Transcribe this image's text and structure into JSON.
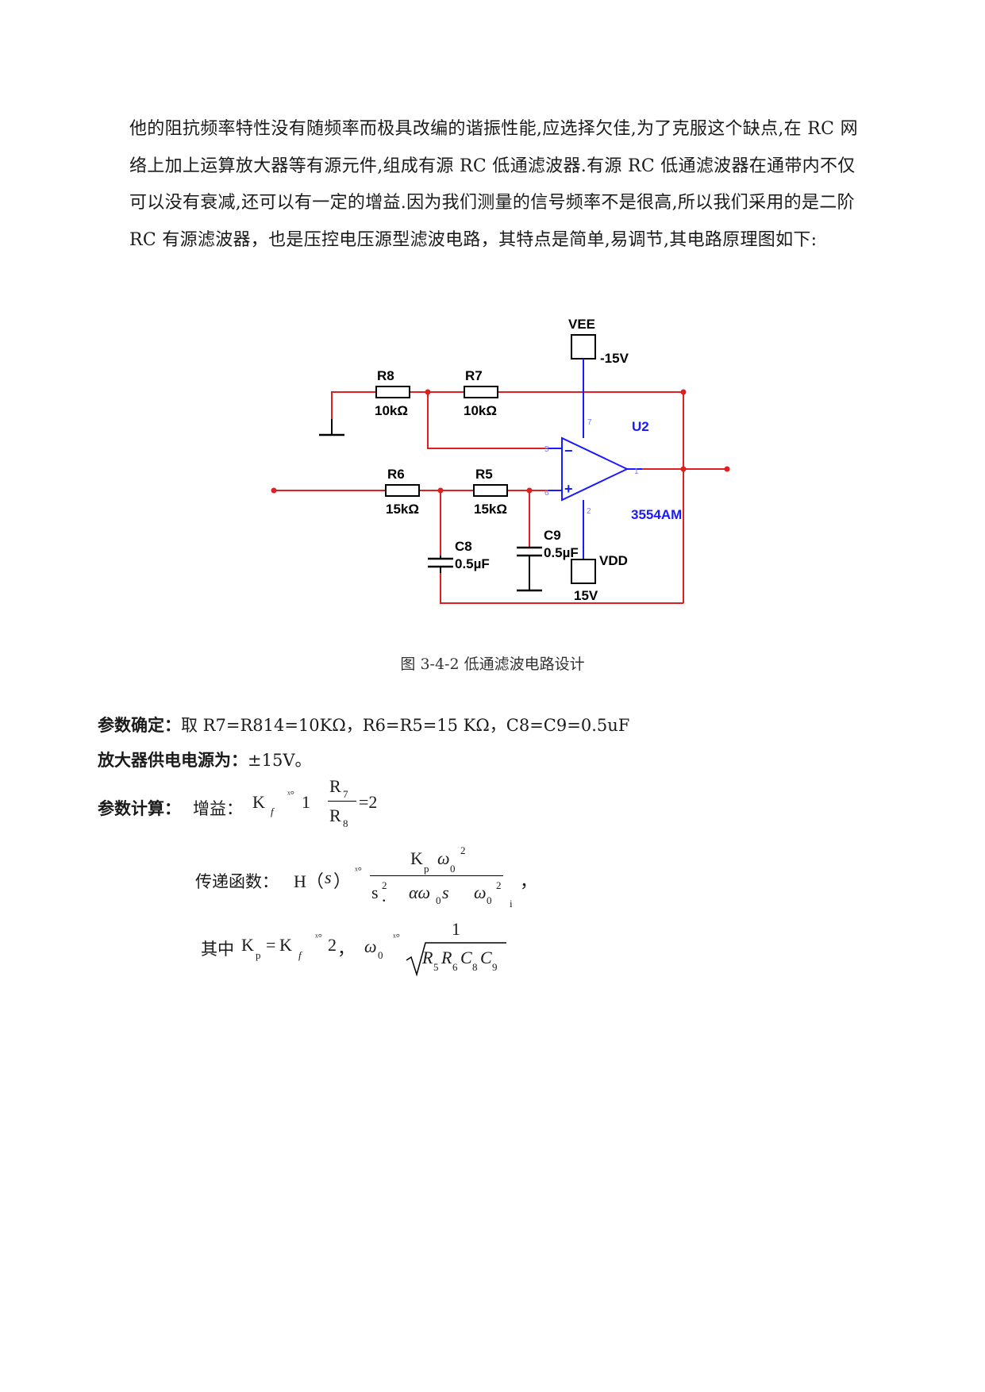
{
  "paragraph": {
    "lines": [
      "他的阻抗频率特性没有随频率而极具改编的谐振性能,应选择欠佳,为了克服这个缺点,在 RC 网",
      "络上加上运算放大器等有源元件,组成有源 RC 低通滤波器.有源 RC 低通滤波器在通带内不仅",
      "可以没有衰减,还可以有一定的增益.因为我们测量的信号频率不是很高,所以我们采用的是二阶",
      "RC 有源滤波器，也是压控电压源型滤波电路，其特点是简单,易调节,其电路原理图如下:"
    ]
  },
  "circuit": {
    "vee_label": "VEE",
    "vee_value": "-15V",
    "vdd_label": "VDD",
    "vdd_value": "15V",
    "opamp_name": "U2",
    "opamp_model": "3554AM",
    "pin7": "7",
    "pin5": "5",
    "pin6": "6",
    "pin2": "2",
    "pin1": "1",
    "minus": "−",
    "plus": "+",
    "r8_name": "R8",
    "r8_value": "10kΩ",
    "r7_name": "R7",
    "r7_value": "10kΩ",
    "r6_name": "R6",
    "r6_value": "15kΩ",
    "r5_name": "R5",
    "r5_value": "15kΩ",
    "c8_name": "C8",
    "c8_value": "0.5µF",
    "c9_name": "C9",
    "c9_value": "0.5µF",
    "colors": {
      "wire": "#e02020",
      "component": "#000000",
      "opamp": "#1a1aff",
      "label_blue": "#1a1aff"
    }
  },
  "caption": "图 3-4-2 低通滤波电路设计",
  "params": {
    "label1": "参数确定：",
    "text1": "取 R7=R814=10KΩ，R6=R5=15 KΩ，C8=C9=0.5uF",
    "label2": "放大器供电电源为：",
    "text2": "±15V。",
    "label3": "参数计算：",
    "gain_label": "增益：",
    "transfer_label": "传递函数：",
    "where_label": "其中"
  },
  "formula": {
    "K": "K",
    "f_sub": "f",
    "garble": "ˣ°",
    "one": "1",
    "R7": "R",
    "R7_sub": "7",
    "R8": "R",
    "R8_sub": "8",
    "eq2": "=2",
    "H": "H（",
    "s": "s",
    "close": "）",
    "Kp": "K",
    "p_sub": "p",
    "omega": "ω",
    "zero_sub": "0",
    "sq": "2",
    "den_s": "s",
    "den_dot": ".",
    "alpha_w0_s": "αω",
    "den_s2": "s",
    "den_w0": "ω",
    "den_i": "i",
    "comma": "，",
    "eq": "=",
    "two": "2",
    "comma2": "，",
    "num1": "1",
    "rad": "R",
    "r5": "5",
    "r6": "6",
    "c": "C",
    "c8": "8",
    "c9": "9"
  }
}
